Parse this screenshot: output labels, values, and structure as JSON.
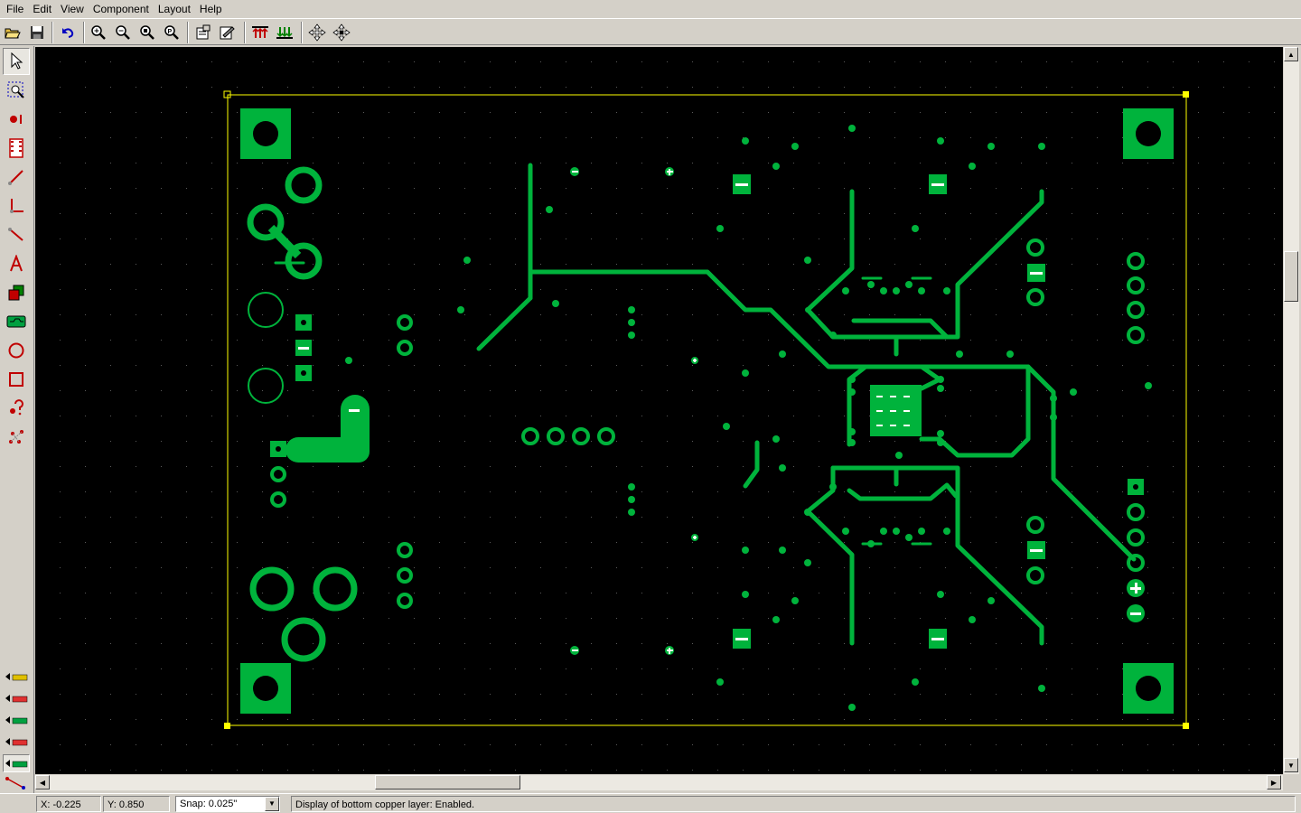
{
  "menu": [
    "File",
    "Edit",
    "View",
    "Component",
    "Layout",
    "Help"
  ],
  "toolbar_icons": [
    "open-icon",
    "save-icon",
    "undo-icon",
    "zoom-in-icon",
    "zoom-out-icon",
    "zoom-fit-icon",
    "zoom-previous-icon",
    "properties-icon",
    "netlist-icon",
    "route-up-icon",
    "route-down-icon",
    "move-icon",
    "move-all-icon"
  ],
  "tools": [
    "select-tool",
    "zoom-window-tool",
    "place-pin-tool",
    "place-component-tool",
    "draw-trace-tool",
    "draw-corner-tool",
    "draw-line-tool",
    "place-text-tool",
    "copy-tool",
    "copper-fill-tool",
    "circle-tool",
    "rectangle-tool",
    "query-tool",
    "ratsnest-tool"
  ],
  "layers": [
    "layer-top-silk",
    "layer-top-copper",
    "layer-bottom-copper",
    "layer-bottom-silk",
    "layer-board-outline",
    "layer-ratsnest"
  ],
  "status": {
    "x": "X: -0.225",
    "y": "Y: 0.850",
    "snap": "Snap:  0.025\"",
    "message": "Display of bottom copper layer:  Enabled."
  },
  "colors": {
    "copper": "#00b33c",
    "outline": "#ffff00",
    "background": "#000000",
    "grid": "#606060"
  }
}
